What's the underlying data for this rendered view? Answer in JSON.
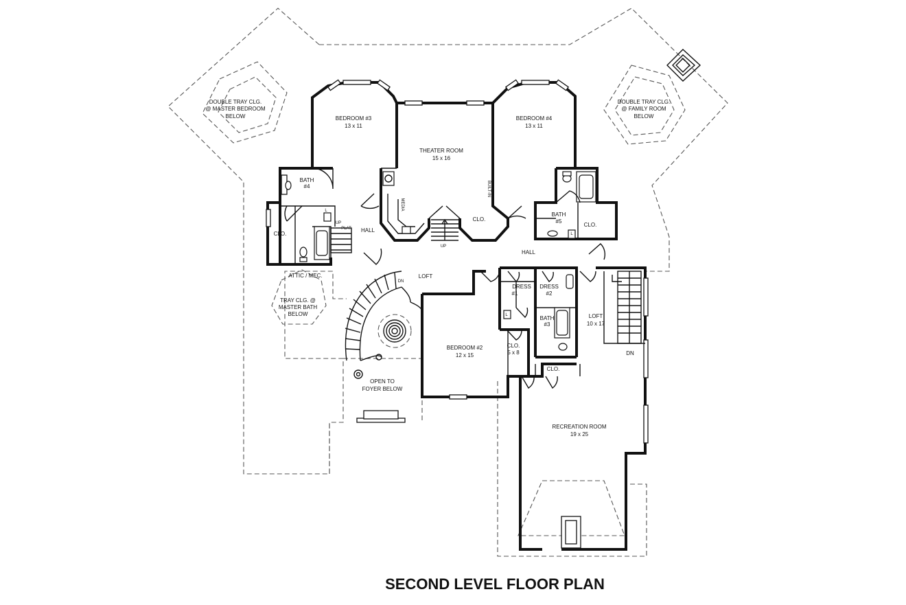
{
  "title": "SECOND LEVEL FLOOR PLAN",
  "rooms": {
    "bedroom3": {
      "name": "BEDROOM #3",
      "size": "13 x 11"
    },
    "theater": {
      "name": "THEATER ROOM",
      "size": "15 x 16"
    },
    "bedroom4": {
      "name": "BEDROOM #4",
      "size": "13 x 11"
    },
    "bath4": {
      "name": "BATH",
      "num": "#4"
    },
    "bath5": {
      "name": "BATH",
      "num": "#5"
    },
    "bath3": {
      "name": "BATH",
      "num": "#3"
    },
    "bedroom2": {
      "name": "BEDROOM #2",
      "size": "12 x 15"
    },
    "clo_5x8": {
      "name": "CLO.",
      "size": "5 x 8"
    },
    "loft_right": {
      "name": "LOFT",
      "size": "10 x 17"
    },
    "recreation": {
      "name": "RECREATION ROOM",
      "size": "19 x 25"
    },
    "dress1": {
      "name": "DRESS",
      "num": "#1"
    },
    "dress2": {
      "name": "DRESS",
      "num": "#2"
    }
  },
  "labels": {
    "clo_left": "CLO.",
    "clo_theater": "CLO.",
    "clo_bath5": "CLO.",
    "clo_bottom": "CLO.",
    "hall_left": "HALL",
    "hall_right": "HALL",
    "loft_center": "LOFT",
    "attic": "ATTIC / MEC.",
    "open_foyer_1": "OPEN TO",
    "open_foyer_2": "FOYER BELOW",
    "up_theater": "UP",
    "up_left": "UP",
    "dn_stair": "DN",
    "dn_right": "DN",
    "media": "MEDIA",
    "built_in": "BUILT-IN",
    "linen": "L",
    "plat": "PLAT."
  },
  "ceiling_notes": {
    "master_bedroom": [
      "DOUBLE TRAY CLG.",
      "@ MASTER BEDROOM",
      "BELOW"
    ],
    "family_room": [
      "DOUBLE TRAY CLG.",
      "@ FAMILY ROOM",
      "BELOW"
    ],
    "master_bath": [
      "TRAY CLG. @",
      "MASTER BATH",
      "BELOW"
    ]
  }
}
